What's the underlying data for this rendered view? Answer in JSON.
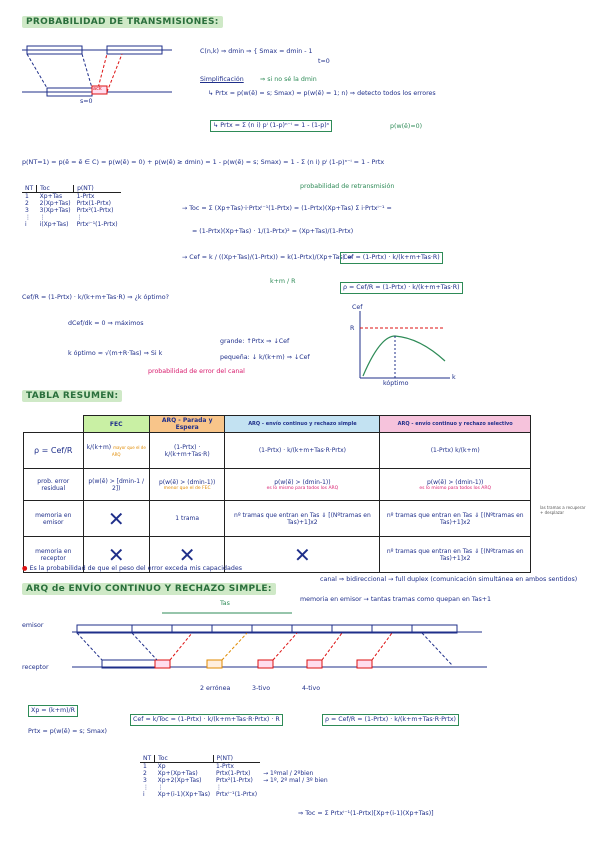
{
  "titles": {
    "t1": "PROBABILIDAD DE TRANSMISIONES:",
    "t2": "TABLA RESUMEN:",
    "t3": "ARQ de ENVÍO CONTINUO Y RECHAZO SIMPLE:"
  },
  "diag1": {
    "ack": "ack",
    "s": "s=0"
  },
  "top": {
    "l1": "C(n,k) ⇒ dmin ⇒ { Smax = dmin - 1",
    "l1b": "t=0",
    "simp": "Simplificación",
    "simp2": "⇒ si no sé la dmin",
    "l2": "↳ Prtx = p(w(ē) = s; Smax) ≈ p(w(ē) = 1; n) ⇒ detecto todos los errores",
    "l3": "↳ Prtx = Σ (n i) pⁱ (1-p)ⁿ⁻ⁱ = 1 - (1-p)ⁿ",
    "l3b": "p(w(ē)=0)"
  },
  "pnt": {
    "eq": "p(NT=1) = p(ē = ē ∈ C) = p(w(ē) = 0) + p(w(ē) ≥ dmin) = 1 - p(w(ē) = s; Smax) = 1 - Σ (n i) pⁱ (1-p)ⁿ⁻ⁱ = 1 - Prtx",
    "note": "probabilidad de retransmisión"
  },
  "tbl1": {
    "headers": [
      "NT",
      "Toc",
      "p(NT)"
    ],
    "rows": [
      [
        "1",
        "Xp+Tas",
        "1-Prtx"
      ],
      [
        "2",
        "2(Xp+Tas)",
        "Prtx(1-Prtx)"
      ],
      [
        "3",
        "3(Xp+Tas)",
        "Prtx²(1-Prtx)"
      ],
      [
        "⋮",
        "⋮",
        "⋮"
      ],
      [
        "i",
        "i(Xp+Tas)",
        "Prtxⁱ⁻¹(1-Prtx)"
      ]
    ]
  },
  "toc": {
    "l1": "→ Toc = Σ (Xp+Tas)·i·Prtxⁱ⁻¹(1-Prtx) = (1-Prtx)(Xp+Tas) Σ i·Prtxⁱ⁻¹ =",
    "l2": "= (1-Prtx)(Xp+Tas) · 1/(1-Prtx)² = (Xp+Tas)/(1-Prtx)",
    "l3": "→ Cef = k / ((Xp+Tas)/(1-Prtx)) = k(1-Prtx)/(Xp+Tas) ⇒",
    "b1": "Cef = (1-Prtx) · k/(k+m+Tas·R)",
    "b2": "ρ = Cef/R = (1-Prtx) · k/(k+m+Tas·R)",
    "km": "k+m / R"
  },
  "opt": {
    "l1": "Cef/R = (1-Prtx) · k/(k+m+Tas·R) ⇒ ¿k óptimo?",
    "l2": "dCef/dk = 0 ⇒ máximos",
    "l3": "k óptimo ≈ √(m+R·Tas) ⇒ Si k",
    "g": "grande: ↑Prtx ⇒ ↓Cef",
    "pq": "pequeña: ↓ k/(k+m) ⇒ ↓Cef",
    "note": "probabilidad de error del canal",
    "graph": {
      "y": "Cef",
      "r": "R",
      "x": "k",
      "opt": "kóptimo"
    }
  },
  "summary": {
    "cols": [
      "FEC",
      "ARQ - Parada y Espera",
      "ARQ - envío continuo y rechazo simple",
      "ARQ - envío continuo y rechazo selectivo"
    ],
    "rows": [
      {
        "label": "ρ = Cef/R",
        "cells": [
          "k/(k+m)",
          "(1-Prtx) · k/(k+m+Tas·R)",
          "(1-Prtx) · k/(k+m+Tas·R·Prtx)",
          "(1-Prtx) k/(k+m)"
        ],
        "notes": [
          "mayor que el de ARQ",
          ""
        ]
      },
      {
        "label": "prob. error residual",
        "cells": [
          "p(w(ē) > [dmin-1 / 2])",
          "p(w(ē) > (dmin-1))",
          "p(w(ē) > (dmin-1))",
          "p(w(ē) > (dmin-1))"
        ],
        "notes": [
          "",
          "menor que el de FEC",
          "es lo mismo para todos los ARQ",
          "es lo mismo para todos los ARQ"
        ]
      },
      {
        "label": "memoria en emisor",
        "cells": [
          "✕",
          "1 trama",
          "nº tramas que entran en Tas ⇓ [(Nºtramas en Tas)+1]x2",
          "nº tramas que entran en Tas ⇓ [(Nºtramas en Tas)+1]x2"
        ]
      },
      {
        "label": "memoria en receptor",
        "cells": [
          "✕",
          "✕",
          "✕",
          "nº tramas que entran en Tas ⇓ [(Nºtramas en Tas)+1]x2"
        ]
      }
    ],
    "side": "las tramas a recuperar + desplazar",
    "foot": "Es la probabilidad de que el peso del error exceda mis capacidades"
  },
  "arq": {
    "n1": "canal ⇒ bidireccional → full duplex (comunicación simultánea en ambos sentidos)",
    "n2": "memoria en emisor → tantas tramas como quepan en Tas+1",
    "tas": "Tas",
    "emisor": "emisor",
    "receptor": "receptor",
    "labels": [
      "2 errónea",
      "3-tivo",
      "4-tivo"
    ],
    "xp": "Xp = (k+m)/R",
    "prtx": "Prtx = p(w(ē) = s; Smax)",
    "cef": "Cef = k/Toc = (1-Prtx) · k/(k+m+Tas·R·Prtx) · R",
    "rho": "ρ = Cef/R = (1-Prtx) · k/(k+m+Tas·R·Prtx)",
    "t_headers": [
      "NT",
      "Toc",
      "P(NT)"
    ],
    "t_rows": [
      [
        "1",
        "Xp",
        "1-Prtx",
        ""
      ],
      [
        "2",
        "Xp+(Xp+Tas)",
        "Prtx(1-Prtx)",
        "→ 1ºmal / 2ºbien"
      ],
      [
        "3",
        "Xp+2(Xp+Tas)",
        "Prtx²(1-Prtx)",
        "→ 1º, 2º mal / 3º bien"
      ],
      [
        "⋮",
        "⋮",
        "⋮",
        ""
      ],
      [
        "i",
        "Xp+(i-1)(Xp+Tas)",
        "Prtxⁱ⁻¹(1-Prtx)",
        ""
      ]
    ],
    "final": "⇒ Toc = Σ Prtxⁱ⁻¹(1-Prtx)[Xp+(i-1)(Xp+Tas)]"
  }
}
